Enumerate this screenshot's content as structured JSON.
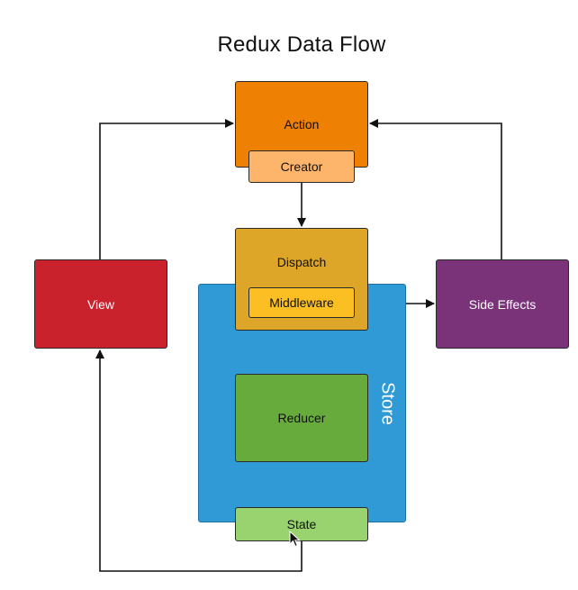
{
  "title": "Redux Data Flow",
  "nodes": {
    "action": "Action",
    "creator": "Creator",
    "dispatch": "Dispatch",
    "middleware": "Middleware",
    "reducer": "Reducer",
    "state": "State",
    "store": "Store",
    "view": "View",
    "side_effects": "Side Effects"
  },
  "colors": {
    "action": "#ee8004",
    "creator": "#fdb46b",
    "dispatch": "#dea628",
    "middleware": "#fbbf24",
    "reducer": "#67ab3c",
    "state": "#98d36f",
    "store": "#2f9ad5",
    "view": "#c9222d",
    "side_effects": "#7a3279"
  },
  "edges": [
    {
      "from": "action",
      "to": "dispatch"
    },
    {
      "from": "dispatch",
      "to": "reducer"
    },
    {
      "from": "reducer",
      "to": "state"
    },
    {
      "from": "state",
      "to": "view"
    },
    {
      "from": "view",
      "to": "action"
    },
    {
      "from": "middleware",
      "to": "side_effects"
    },
    {
      "from": "side_effects",
      "to": "action"
    }
  ]
}
